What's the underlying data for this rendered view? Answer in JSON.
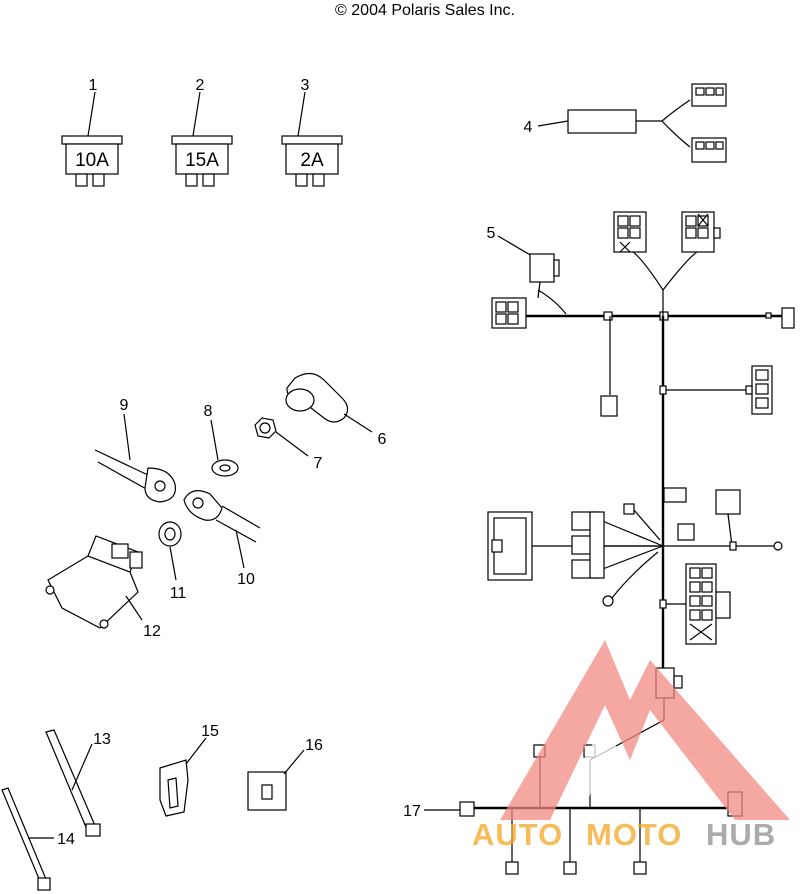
{
  "copyright": "© 2004 Polaris Sales Inc.",
  "fuses": [
    {
      "callout": "1",
      "rating": "10A"
    },
    {
      "callout": "2",
      "rating": "15A"
    },
    {
      "callout": "3",
      "rating": "2A"
    }
  ],
  "callouts": {
    "c4": "4",
    "c5": "5",
    "c6": "6",
    "c7": "7",
    "c8": "8",
    "c9": "9",
    "c10": "10",
    "c11": "11",
    "c12": "12",
    "c13": "13",
    "c14": "14",
    "c15": "15",
    "c16": "16",
    "c17": "17"
  },
  "watermark": {
    "text_auto": "AUTO",
    "text_moto": "MOTO",
    "text_hub": "HUB",
    "color_red": "#e8352b",
    "color_orange": "#f5a623",
    "color_grey": "#9a9a9a"
  }
}
